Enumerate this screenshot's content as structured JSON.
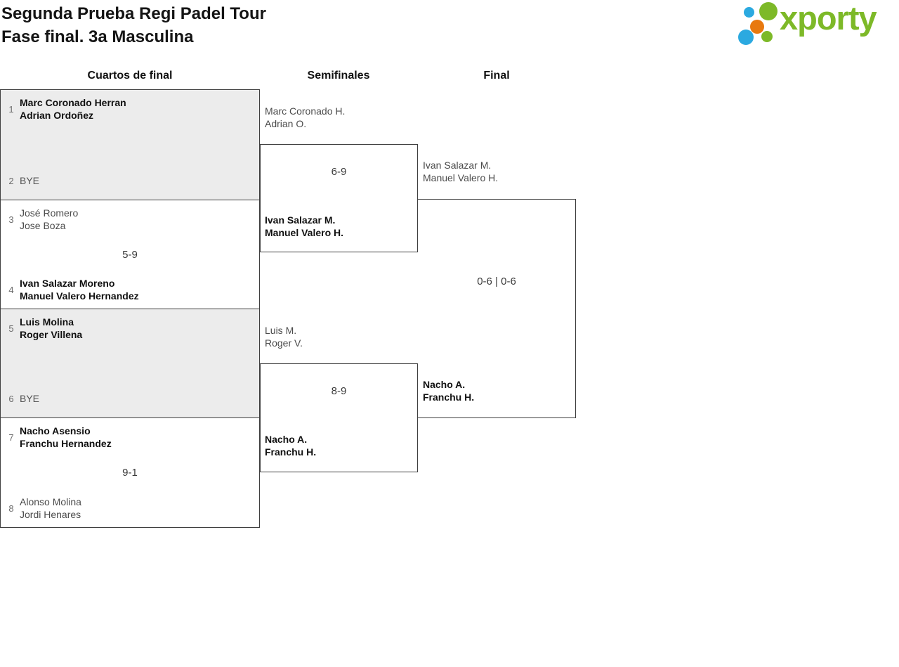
{
  "header": {
    "title_line1": "Segunda Prueba Regi Padel Tour",
    "title_line2": "Fase final. 3a Masculina",
    "logo_text": "xporty",
    "logo_colors": {
      "green": "#7db928",
      "blue": "#2ba9e0",
      "orange": "#e8790f"
    }
  },
  "round_labels": {
    "quarterfinals": "Cuartos de final",
    "semifinals": "Semifinales",
    "final": "Final"
  },
  "bracket": {
    "quarterfinals": [
      {
        "team1": {
          "seed": "1",
          "players": [
            "Marc Coronado Herran",
            "Adrian Ordoñez"
          ],
          "winner": true
        },
        "score": "",
        "team2": {
          "seed": "2",
          "players": [
            "BYE"
          ],
          "winner": false
        }
      },
      {
        "team1": {
          "seed": "3",
          "players": [
            "José Romero",
            "Jose Boza"
          ],
          "winner": false
        },
        "score": "5-9",
        "team2": {
          "seed": "4",
          "players": [
            "Ivan Salazar Moreno",
            "Manuel Valero Hernandez"
          ],
          "winner": true
        }
      },
      {
        "team1": {
          "seed": "5",
          "players": [
            "Luis Molina",
            "Roger Villena"
          ],
          "winner": true
        },
        "score": "",
        "team2": {
          "seed": "6",
          "players": [
            "BYE"
          ],
          "winner": false
        }
      },
      {
        "team1": {
          "seed": "7",
          "players": [
            "Nacho Asensio",
            "Franchu Hernandez"
          ],
          "winner": true
        },
        "score": "9-1",
        "team2": {
          "seed": "8",
          "players": [
            "Alonso Molina",
            "Jordi Henares"
          ],
          "winner": false
        }
      }
    ],
    "semifinals": [
      {
        "team1": {
          "players": [
            "Marc Coronado H.",
            "Adrian O."
          ],
          "winner": false
        },
        "score": "6-9",
        "team2": {
          "players": [
            "Ivan Salazar M.",
            "Manuel Valero H."
          ],
          "winner": true
        }
      },
      {
        "team1": {
          "players": [
            "Luis M.",
            "Roger V."
          ],
          "winner": false
        },
        "score": "8-9",
        "team2": {
          "players": [
            "Nacho A.",
            "Franchu H."
          ],
          "winner": true
        }
      }
    ],
    "final": {
      "team1": {
        "players": [
          "Ivan Salazar M.",
          "Manuel Valero H."
        ],
        "winner": false
      },
      "score": "0-6 | 0-6",
      "team2": {
        "players": [
          "Nacho A.",
          "Franchu H."
        ],
        "winner": true
      }
    }
  }
}
